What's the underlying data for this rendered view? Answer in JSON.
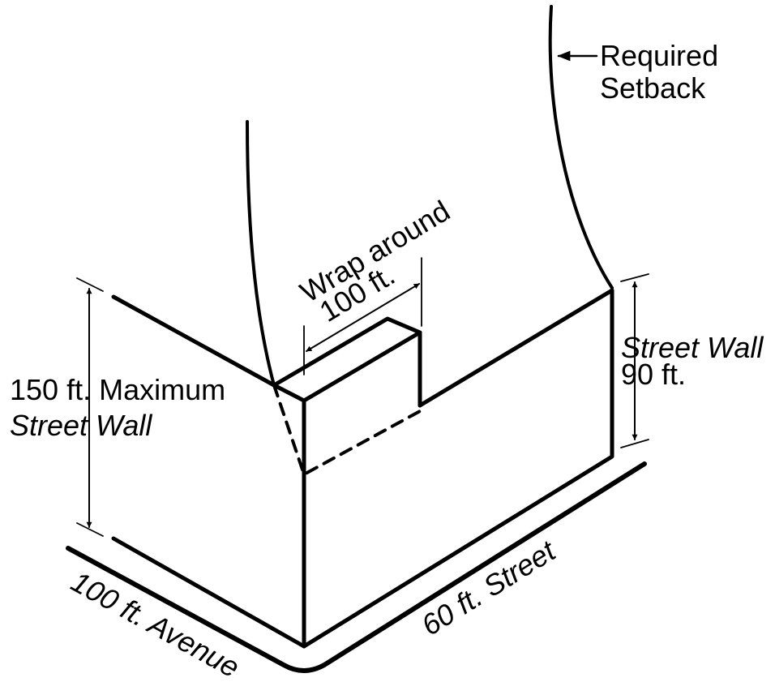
{
  "labels": {
    "required_setback_line1": "Required",
    "required_setback_line2": "Setback",
    "wrap_around": "Wrap around",
    "wrap_dimension": "100 ft.",
    "street_wall_right": "Street Wall",
    "street_wall_right_height": "90 ft.",
    "max_height_line1": "150 ft. Maximum",
    "max_height_line2": "Street Wall",
    "avenue": "100 ft. Avenue",
    "street": "60 ft. Street"
  },
  "colors": {
    "ink": "#000000",
    "background": "#ffffff"
  }
}
